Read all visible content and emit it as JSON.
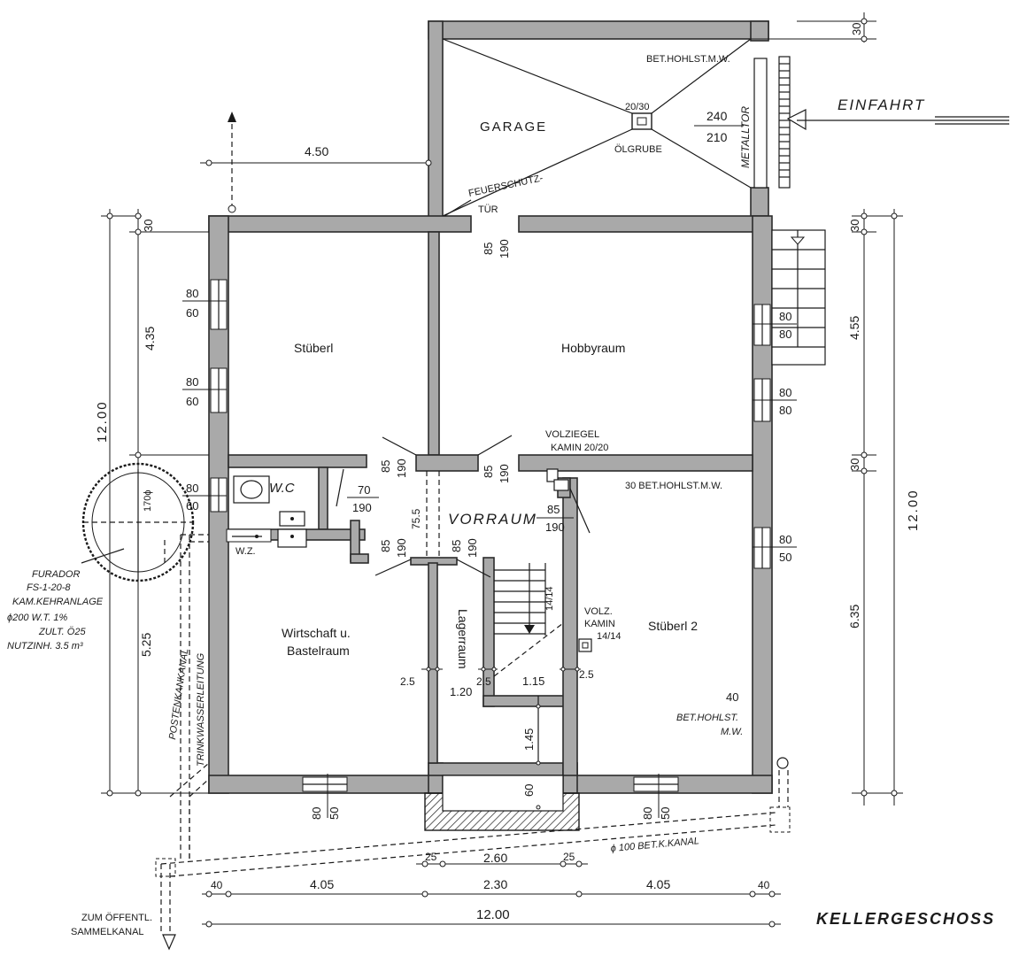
{
  "title": "KELLERGESCHOSS",
  "rooms": {
    "garage": "GARAGE",
    "stueberl": "Stüberl",
    "hobbyraum": "Hobbyraum",
    "wc": "W.C",
    "vorraum": "VORRAUM",
    "wirtschaft_line1": "Wirtschaft u.",
    "wirtschaft_line2": "Bastelraum",
    "lagerraum": "Lagerraum",
    "stueberl2": "Stüberl 2"
  },
  "labels": {
    "einfahrt": "EINFAHRT",
    "metalltor": "METALLTOR",
    "bet_hohlst_top": "BET.HOHLST.M.W.",
    "oelgrube": "ÖLGRUBE",
    "oelgrube_dim": "20/30",
    "gate_w": "240",
    "gate_h": "210",
    "feuerschutz_1": "FEUERSCHUTZ-",
    "feuerschutz_2": "TÜR",
    "volziegel_1": "VOLZIEGEL",
    "volziegel_2": "KAMIN  20/20",
    "bet_hohlst_right": "30 BET.HOHLST.M.W.",
    "volz_kamin_1": "VOLZ.",
    "volz_kamin_2": "KAMIN",
    "volz_kamin_3": "14/14",
    "bet_hohlst_low_1": "BET.HOHLST.",
    "bet_hohlst_low_2": "M.W.",
    "wz": "W.Z.",
    "stair_note": "14/14",
    "furador_1": "FURADOR",
    "furador_2": "FS-1-20-8",
    "furador_3": "KAM.KEHRANLAGE",
    "furador_4": "ϕ200  W.T. 1%",
    "furador_5": "ZULT. Ö25",
    "furador_6": "NUTZINH. 3.5 m³",
    "tank": "170ϕ",
    "postenkanal": "POSTENKANKANAL",
    "trinkwasser": "TRINKWASSERLEITUNG",
    "oeffentl_1": "ZUM ÖFFENTL.",
    "oeffentl_2": "SAMMELKANAL",
    "kanal": "ϕ 100 BET.K.KANAL"
  },
  "dims": {
    "d450": "4.50",
    "d30_top": "30",
    "d30_left": "30",
    "d435": "4.35",
    "d1200_left": "12.00",
    "d525": "5.25",
    "d30_right_a": "30",
    "d455": "4.55",
    "d30_right_b": "30",
    "d635": "6.35",
    "d1200_right": "12.00",
    "w80_60_a": "80",
    "h80_60_a": "60",
    "w80_60_b": "80",
    "h80_60_b": "60",
    "w80_60_c": "80",
    "h80_60_c": "60",
    "w80_80_a": "80",
    "h80_80_a": "80",
    "w80_80_b": "80",
    "h80_80_b": "80",
    "w80_50_r": "80",
    "h80_50_r": "50",
    "door85_a": "85",
    "door190_a": "190",
    "door85_b": "85",
    "door190_b": "190",
    "door85_c": "85",
    "door190_c": "190",
    "door85_d": "85",
    "door190_d": "190",
    "door85_e": "85",
    "door190_e": "190",
    "door85_f": "85",
    "door190_f": "190",
    "door70": "70",
    "door190_wc": "190",
    "d755": "75.5",
    "d25_a": "2.5",
    "d25_b": "2.5",
    "d25_c": "2.5",
    "d120": "1.20",
    "d115": "1.15",
    "d145": "1.45",
    "d60": "60",
    "d40_stair": "40",
    "w80_50_bl": "80",
    "h80_50_bl": "50",
    "w80_50_br": "80",
    "h80_50_br": "50",
    "b25_a": "25",
    "b260": "2.60",
    "b25_b": "25",
    "b40_a": "40",
    "b405_a": "4.05",
    "b230": "2.30",
    "b405_b": "4.05",
    "b40_b": "40",
    "b1200": "12.00"
  }
}
